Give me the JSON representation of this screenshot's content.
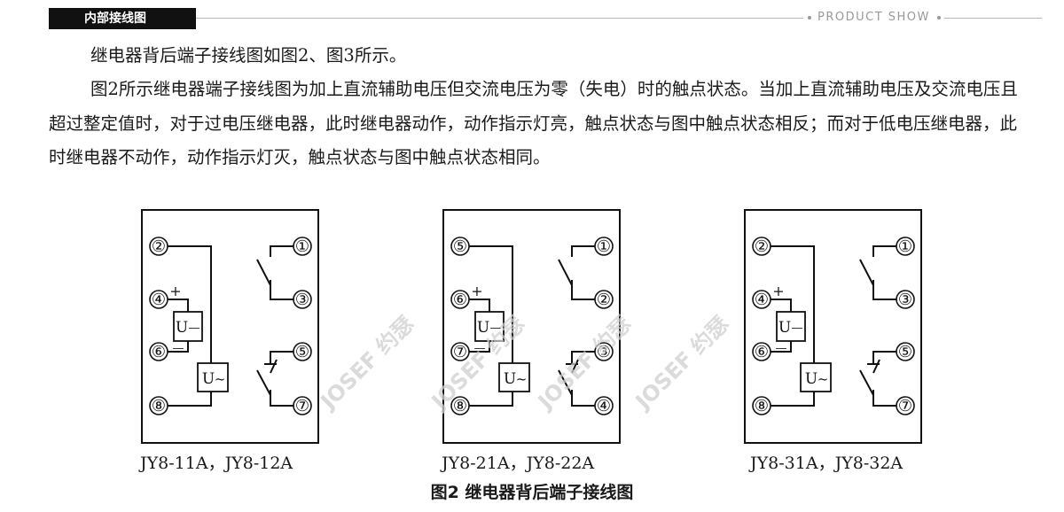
{
  "header": {
    "section_title": "内部接线图",
    "right_label": "PRODUCT SHOW"
  },
  "body": {
    "paragraph_1": "继电器背后端子接线图如图2、图3所示。",
    "paragraph_2": "图2所示继电器端子接线图为加上直流辅助电压但交流电压为零（失电）时的触点状态。当加上直流辅助电压及交流电压且超过整定值时，对于过电压继电器，此时继电器动作，动作指示灯亮，触点状态与图中触点状态相反；而对于低电压继电器，此时继电器不动作，动作指示灯灭，触点状态与图中触点状态相同。"
  },
  "watermark": "JOSEF 约瑟",
  "diagrams": [
    {
      "caption": "JY8-11A，JY8-12A",
      "left_terminals": [
        "②",
        "④",
        "⑥",
        "⑧"
      ],
      "right_terminals": [
        "①",
        "③",
        "⑤",
        "⑦"
      ],
      "dc_box": "U",
      "dc_box_symbol": "—",
      "ac_box": "U",
      "ac_box_symbol": "~",
      "plus": "+",
      "minus": "—"
    },
    {
      "caption": "JY8-21A，JY8-22A",
      "left_terminals": [
        "⑤",
        "⑥",
        "⑦",
        "⑧"
      ],
      "right_terminals": [
        "①",
        "②",
        "③",
        "④"
      ],
      "dc_box": "U",
      "dc_box_symbol": "—",
      "ac_box": "U",
      "ac_box_symbol": "~",
      "plus": "+",
      "minus": "—"
    },
    {
      "caption": "JY8-31A，JY8-32A",
      "left_terminals": [
        "②",
        "④",
        "⑥",
        "⑧"
      ],
      "right_terminals": [
        "①",
        "③",
        "⑤",
        "⑦"
      ],
      "dc_box": "U",
      "dc_box_symbol": "—",
      "ac_box": "U",
      "ac_box_symbol": "~",
      "plus": "+",
      "minus": "—"
    }
  ],
  "figure_caption": "图2 继电器背后端子接线图"
}
